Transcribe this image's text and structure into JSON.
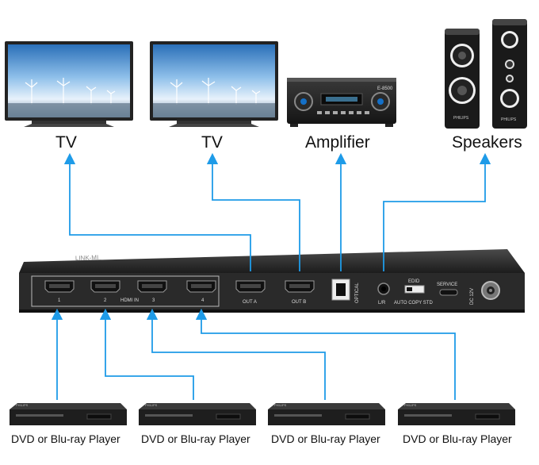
{
  "devices_top": {
    "tv1": "TV",
    "tv2": "TV",
    "amplifier": "Amplifier",
    "speakers": "Speakers"
  },
  "devices_bottom": [
    "DVD or Blu-ray Player",
    "DVD or Blu-ray Player",
    "DVD or Blu-ray Player",
    "DVD or Blu-ray Player"
  ],
  "switch": {
    "brand": "LINK-MI",
    "inputs": [
      "1",
      "2",
      "3",
      "4"
    ],
    "hdmi_in": "HDMI IN",
    "out_a": "OUT A",
    "out_b": "OUT B",
    "optical": "OPTICAL",
    "lr": "L/R",
    "edid": "EDID",
    "edid_modes": "AUTO COPY STD",
    "service": "SERVICE",
    "dc": "DC 12V"
  },
  "amp_model": "E-8500",
  "player_brand": "PHILIPS",
  "speaker_brand": "PHILIPS",
  "colors": {
    "connection_line": "#1e9be8",
    "switch_body": "#2a2a2a"
  }
}
